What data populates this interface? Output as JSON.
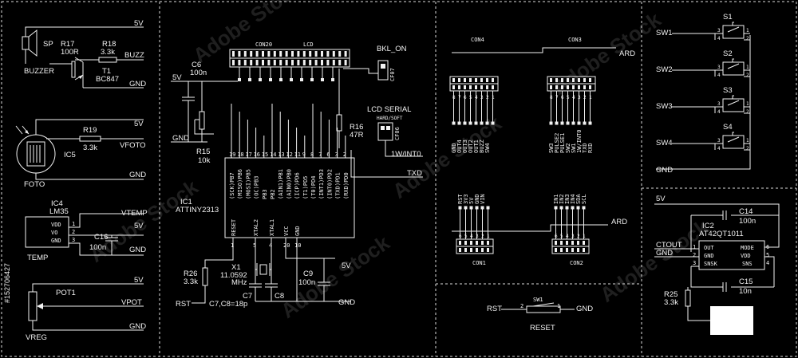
{
  "watermark": {
    "text": "Adobe Stock",
    "id": "#152706427"
  },
  "buzzer": {
    "ref_sp": "SP",
    "name": "BUZZER",
    "r17": "R17",
    "r17v": "100R",
    "r18": "R18",
    "r18v": "3.3k",
    "t1": "T1",
    "t1v": "BC847",
    "v5": "5V",
    "buzz": "BUZZ",
    "gnd": "GND"
  },
  "foto": {
    "r19": "R19",
    "r19v": "3.3k",
    "v5": "5V",
    "vfoto": "VFOTO",
    "gnd": "GND",
    "ic5": "IC5",
    "name": "FOTO"
  },
  "temp": {
    "ic4": "IC4",
    "ic4v": "LM35",
    "vdd": "VDD",
    "vo": "VO",
    "gnd_pin": "GND",
    "p1": "1",
    "p2": "2",
    "p3": "3",
    "vtemp": "VTEMP",
    "v5": "5V",
    "c16": "C16",
    "c16v": "100n",
    "gnd": "GND",
    "name": "TEMP"
  },
  "pot": {
    "name": "POT1",
    "v5": "5V",
    "vpot": "VPOT",
    "gnd": "GND",
    "vreg": "VREG"
  },
  "mcu": {
    "con20": "CON20",
    "lcd": "LCD",
    "bkl": "BKL_ON",
    "cf07": "CF07",
    "c6": "C6",
    "c6v": "100n",
    "v5": "5V",
    "gnd": "GND",
    "r15": "R15",
    "r15v": "10k",
    "r16": "R16",
    "r16v": "47R",
    "lcd_serial": "LCD SERIAL",
    "hardsoft": "HARD/SOFT",
    "cf06": "CF06",
    "int0": "1W/INT0",
    "txd": "TXD",
    "ic1": "IC1",
    "ic1v": "ATTINY2313",
    "top_pins": [
      "19",
      "18",
      "17",
      "16",
      "15",
      "14",
      "13",
      "12",
      "11",
      "9",
      "8",
      "7",
      "6",
      "3",
      "2"
    ],
    "top_names": [
      "(SCK)PB7",
      "(MISO)PB6",
      "(MOSI)PB5",
      "(OC)PB3",
      "PB3",
      "PB2",
      "(AIN1)PB1",
      "(AIN0)PB0",
      "(ICP)PD6",
      "(T1)PD5",
      "(T0)PD4",
      "(INT1)PD3",
      "(INT0)PD2",
      "(TXD)PD1",
      "(RXD)PD0"
    ],
    "bottom_pins": [
      "1",
      "5",
      "4",
      "20",
      "10"
    ],
    "bottom_names": [
      "RESET",
      "XTAL2",
      "XTAL1",
      "VCC",
      "GND"
    ],
    "r26": "R26",
    "r26v": "3.3k",
    "rst": "RST",
    "x1": "X1",
    "x1v": "11.0592",
    "mhz": "MHz",
    "c7": "C7",
    "c8": "C8",
    "c78v": "C7,C8=18p",
    "c9": "C9",
    "c9v": "100n",
    "v5b": "5V",
    "gndb": "GND"
  },
  "connectors": {
    "con4": "CON4",
    "con3": "CON3",
    "ard": "ARD",
    "con1": "CON1",
    "con2": "CON2",
    "con4_labels": [
      "GND",
      "OUT4",
      "OUT3",
      "OUT2",
      "OUT1",
      "BUZZ",
      "SW4"
    ],
    "con3_labels": [
      "SW3",
      "PULSE2",
      "PULSE1",
      "SW2",
      "SW1",
      "1W/INT0",
      "TXD",
      "RXD"
    ],
    "con1_labels": [
      "RST",
      "3V3",
      "5V",
      "GND",
      "VIN"
    ],
    "con2_labels": [
      "IN1",
      "IN2",
      "IN3",
      "IN4",
      "SDA",
      "SCL"
    ],
    "pin8": [
      "8",
      "7",
      "6",
      "5",
      "4",
      "3",
      "2",
      "1"
    ],
    "pin6": [
      "6",
      "5",
      "4",
      "3",
      "2",
      "1"
    ]
  },
  "reset": {
    "rst": "RST",
    "sw1": "SW1",
    "gnd": "GND",
    "name": "RESET",
    "p2": "2",
    "p1": "1"
  },
  "switches": {
    "items": [
      {
        "net": "SW1",
        "ref": "S1"
      },
      {
        "net": "SW2",
        "ref": "S2"
      },
      {
        "net": "SW3",
        "ref": "S3"
      },
      {
        "net": "SW4",
        "ref": "S4"
      }
    ],
    "gnd": "GND",
    "p1": "1",
    "p2": "2",
    "p3": "3",
    "p4": "4"
  },
  "touch": {
    "v5": "5V",
    "ic2": "IC2",
    "ic2v": "AT42QT1011",
    "c14": "C14",
    "c14v": "100n",
    "ctout": "CTOUT",
    "gnd": "GND",
    "out": "OUT",
    "mode": "MODE",
    "gnd_pin": "GND",
    "vdd": "VDD",
    "snsk": "SNSK",
    "sns": "SNS",
    "p1": "1",
    "p2": "2",
    "p3": "3",
    "p4": "4",
    "p5": "5",
    "p6": "6",
    "c15": "C15",
    "c15v": "10n",
    "r25": "R25",
    "r25v": "3.3k"
  }
}
